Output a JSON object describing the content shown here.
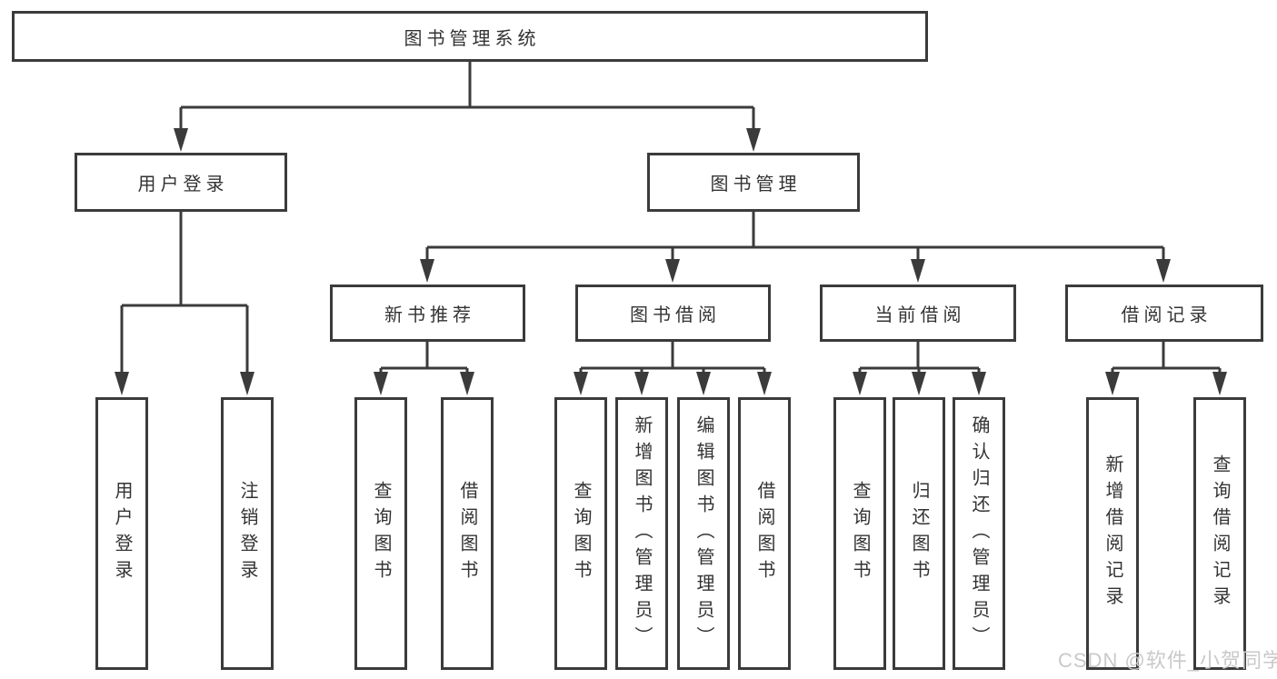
{
  "tree": {
    "label": "图书管理系统",
    "children": [
      {
        "label": "用户登录",
        "children": [
          {
            "label": "用户登录"
          },
          {
            "label": "注销登录"
          }
        ]
      },
      {
        "label": "图书管理",
        "children": [
          {
            "label": "新书推荐",
            "children": [
              {
                "label": "查询图书"
              },
              {
                "label": "借阅图书"
              }
            ]
          },
          {
            "label": "图书借阅",
            "children": [
              {
                "label": "查询图书"
              },
              {
                "label": "新增图书（管理员）"
              },
              {
                "label": "编辑图书（管理员）"
              },
              {
                "label": "借阅图书"
              }
            ]
          },
          {
            "label": "当前借阅",
            "children": [
              {
                "label": "查询图书"
              },
              {
                "label": "归还图书"
              },
              {
                "label": "确认归还（管理员）"
              }
            ]
          },
          {
            "label": "借阅记录",
            "children": [
              {
                "label": "新增借阅记录"
              },
              {
                "label": "查询借阅记录"
              }
            ]
          }
        ]
      }
    ]
  },
  "watermark": "CSDN @软件_小贺同学",
  "colors": {
    "line": "#3b3b3b",
    "text": "#333333",
    "background": "#ffffff",
    "watermark": "#c9c9c9"
  }
}
